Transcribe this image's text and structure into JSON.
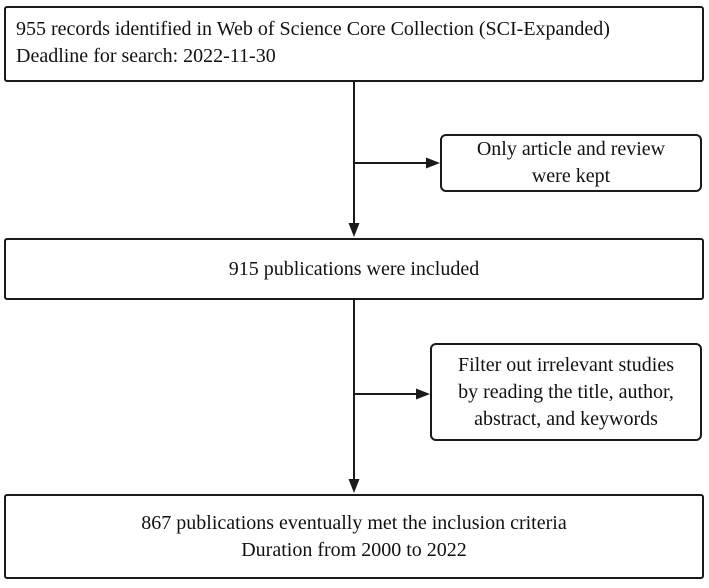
{
  "diagram": {
    "type": "flowchart",
    "colors": {
      "border": "#1a1a1a",
      "text": "#111111",
      "background": "#ffffff",
      "arrow": "#1a1a1a"
    },
    "nodes": [
      {
        "id": "records",
        "role": "source",
        "lines": [
          "955 records identified in Web of Science Core Collection (SCI-Expanded)",
          "Deadline for search: 2022-11-30"
        ]
      },
      {
        "id": "kept-filter",
        "role": "side-note",
        "lines": [
          "Only article and review",
          "were kept"
        ]
      },
      {
        "id": "included",
        "role": "stage",
        "lines": [
          "915 publications were included"
        ]
      },
      {
        "id": "relevance-filter",
        "role": "side-note",
        "lines": [
          "Filter out irrelevant studies",
          "by reading the title, author,",
          "abstract, and keywords"
        ]
      },
      {
        "id": "final",
        "role": "result",
        "lines": [
          "867 publications eventually met the inclusion criteria",
          "Duration from 2000 to 2022"
        ]
      }
    ],
    "edges": [
      {
        "from": "records",
        "to": "included",
        "style": "arrow-down"
      },
      {
        "from": "records-to-included-trunk",
        "to": "kept-filter",
        "style": "arrow-right-branch"
      },
      {
        "from": "included",
        "to": "final",
        "style": "arrow-down"
      },
      {
        "from": "included-to-final-trunk",
        "to": "relevance-filter",
        "style": "arrow-right-branch"
      }
    ]
  }
}
